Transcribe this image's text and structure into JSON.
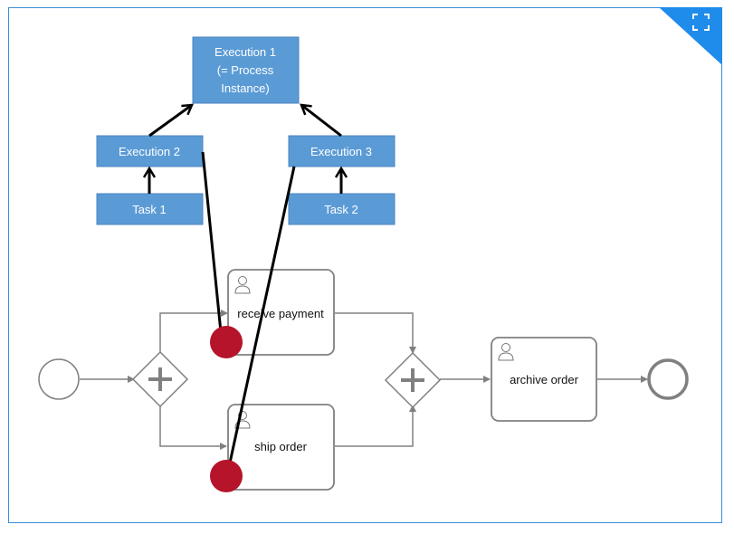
{
  "executions": {
    "root": [
      "Execution 1",
      "(= Process",
      "Instance)"
    ],
    "child_left": "Execution 2",
    "child_right": "Execution 3",
    "task_left": "Task 1",
    "task_right": "Task 2"
  },
  "process": {
    "task_receive": "receive payment",
    "task_ship": "ship order",
    "task_archive": "archive order"
  },
  "icons": {
    "fullscreen": "expand-icon",
    "user_task": "user-icon",
    "parallel_gateway": "plus-icon"
  },
  "colors": {
    "execution_fill": "#5b9bd5",
    "execution_stroke": "#4a86c0",
    "token": "#b5142b",
    "frame": "#3a8fd8",
    "flow": "#808080"
  }
}
